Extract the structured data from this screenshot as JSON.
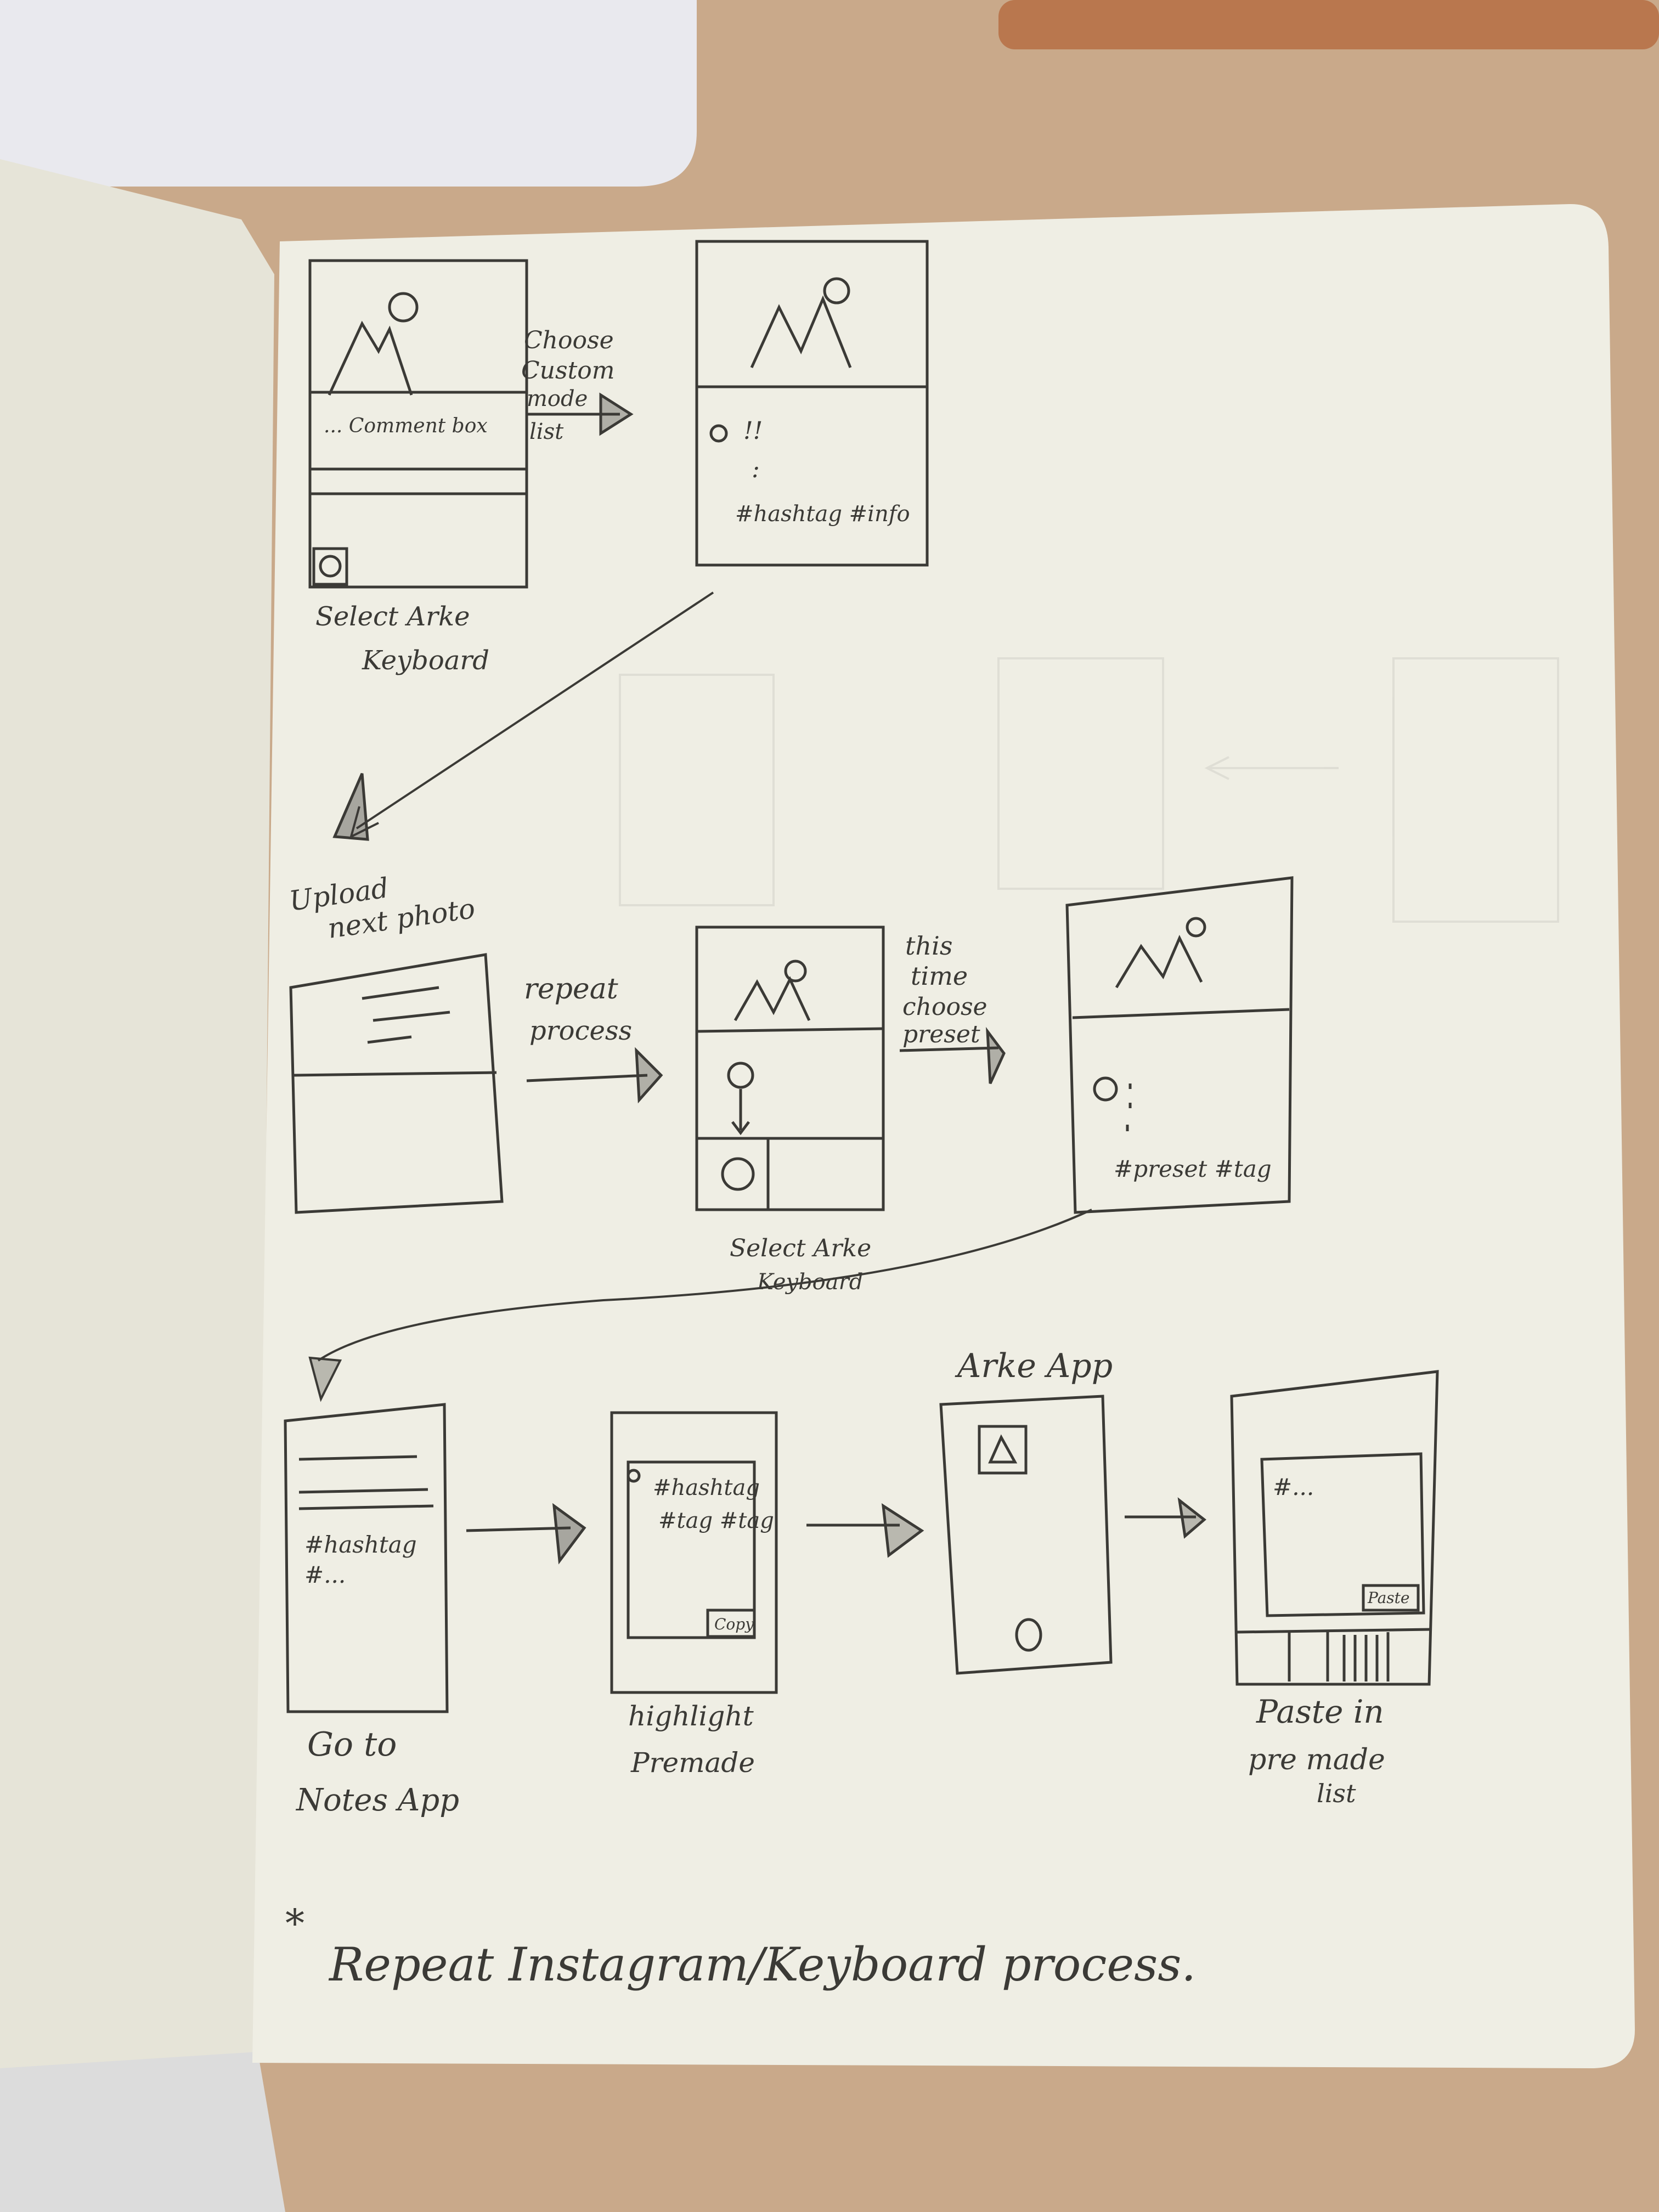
{
  "photo": {
    "colors": {
      "desk": "#c9a98a",
      "page": "#efeee4",
      "left_page": "#e6e4d8",
      "pencil": "#3b3a36",
      "laptop": "#e9e9ee",
      "leather": "#b9774e"
    }
  },
  "sketch": {
    "row1": {
      "comment_box": "... Comment box",
      "arrow_label": [
        "Choose",
        "Custom",
        "mode",
        "list"
      ],
      "keyboard_note": [
        "Select Arke",
        "Keyboard"
      ],
      "screen2_lines": [
        "!!",
        ":",
        "#hashtag #info"
      ]
    },
    "upload_note": [
      "Upload",
      "next photo"
    ],
    "row2": {
      "arrow1_label": [
        "repeat",
        "process"
      ],
      "keyboard_note": [
        "Select Arke",
        "Keyboard"
      ],
      "arrow2_label": [
        "this",
        "time",
        "choose",
        "preset"
      ],
      "screen_lines": [
        "#preset #tag"
      ]
    },
    "row3": {
      "app_title": "Arke App",
      "notes_text": [
        "#hashtag",
        "#..."
      ],
      "highlight_text": [
        "#hashtag",
        "#tag #tag"
      ],
      "copy_btn": "Copy",
      "paste_text": "#...",
      "paste_btn": "Paste",
      "captions": {
        "notes": [
          "Go to",
          "Notes App"
        ],
        "highlight": [
          "highlight",
          "Premade"
        ],
        "paste": [
          "Paste in",
          "pre made",
          "list"
        ]
      }
    },
    "footer": "Repeat Instagram/Keyboard process."
  }
}
